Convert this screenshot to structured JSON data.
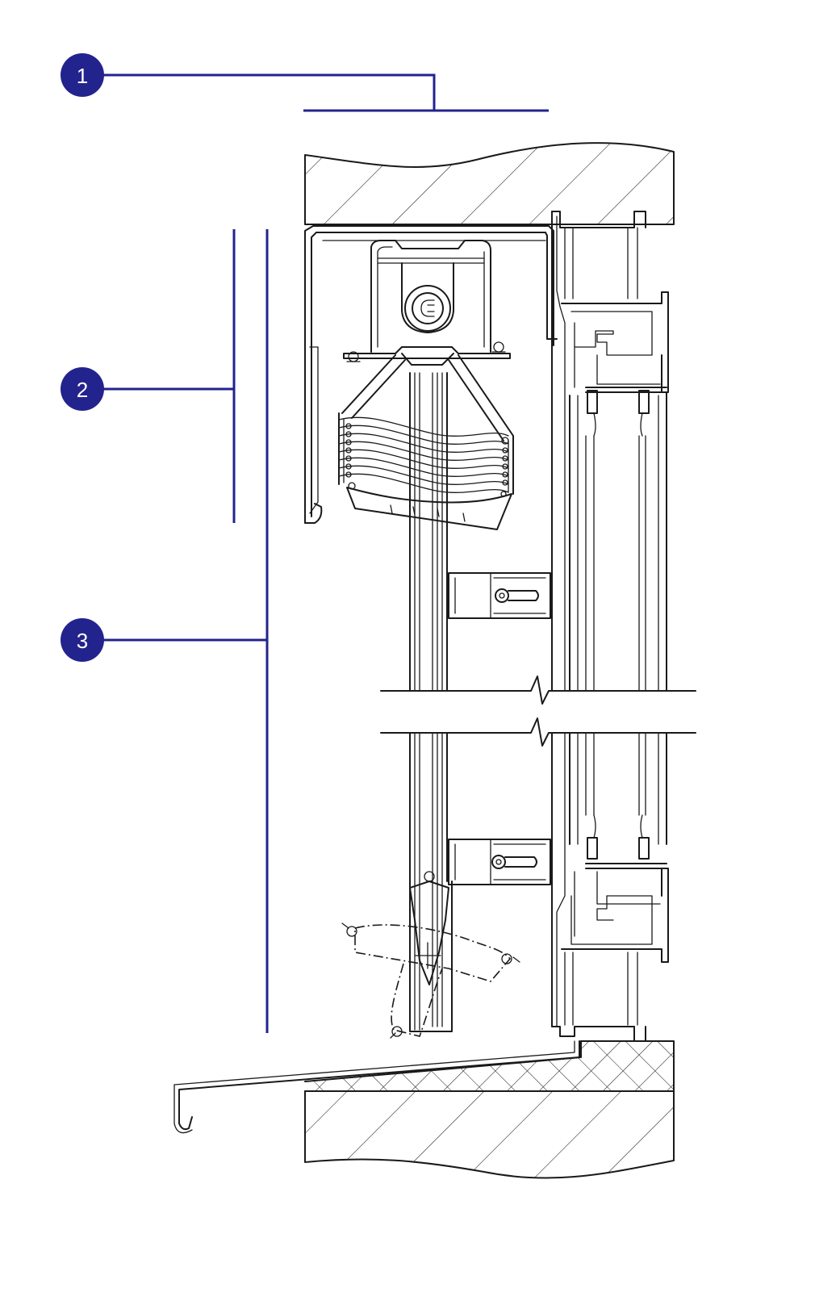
{
  "colors": {
    "callout": "#23238e",
    "line": "#1a1a1a",
    "background": "#ffffff"
  },
  "callouts": [
    {
      "id": "1",
      "label": "1"
    },
    {
      "id": "2",
      "label": "2"
    },
    {
      "id": "3",
      "label": "3"
    }
  ]
}
